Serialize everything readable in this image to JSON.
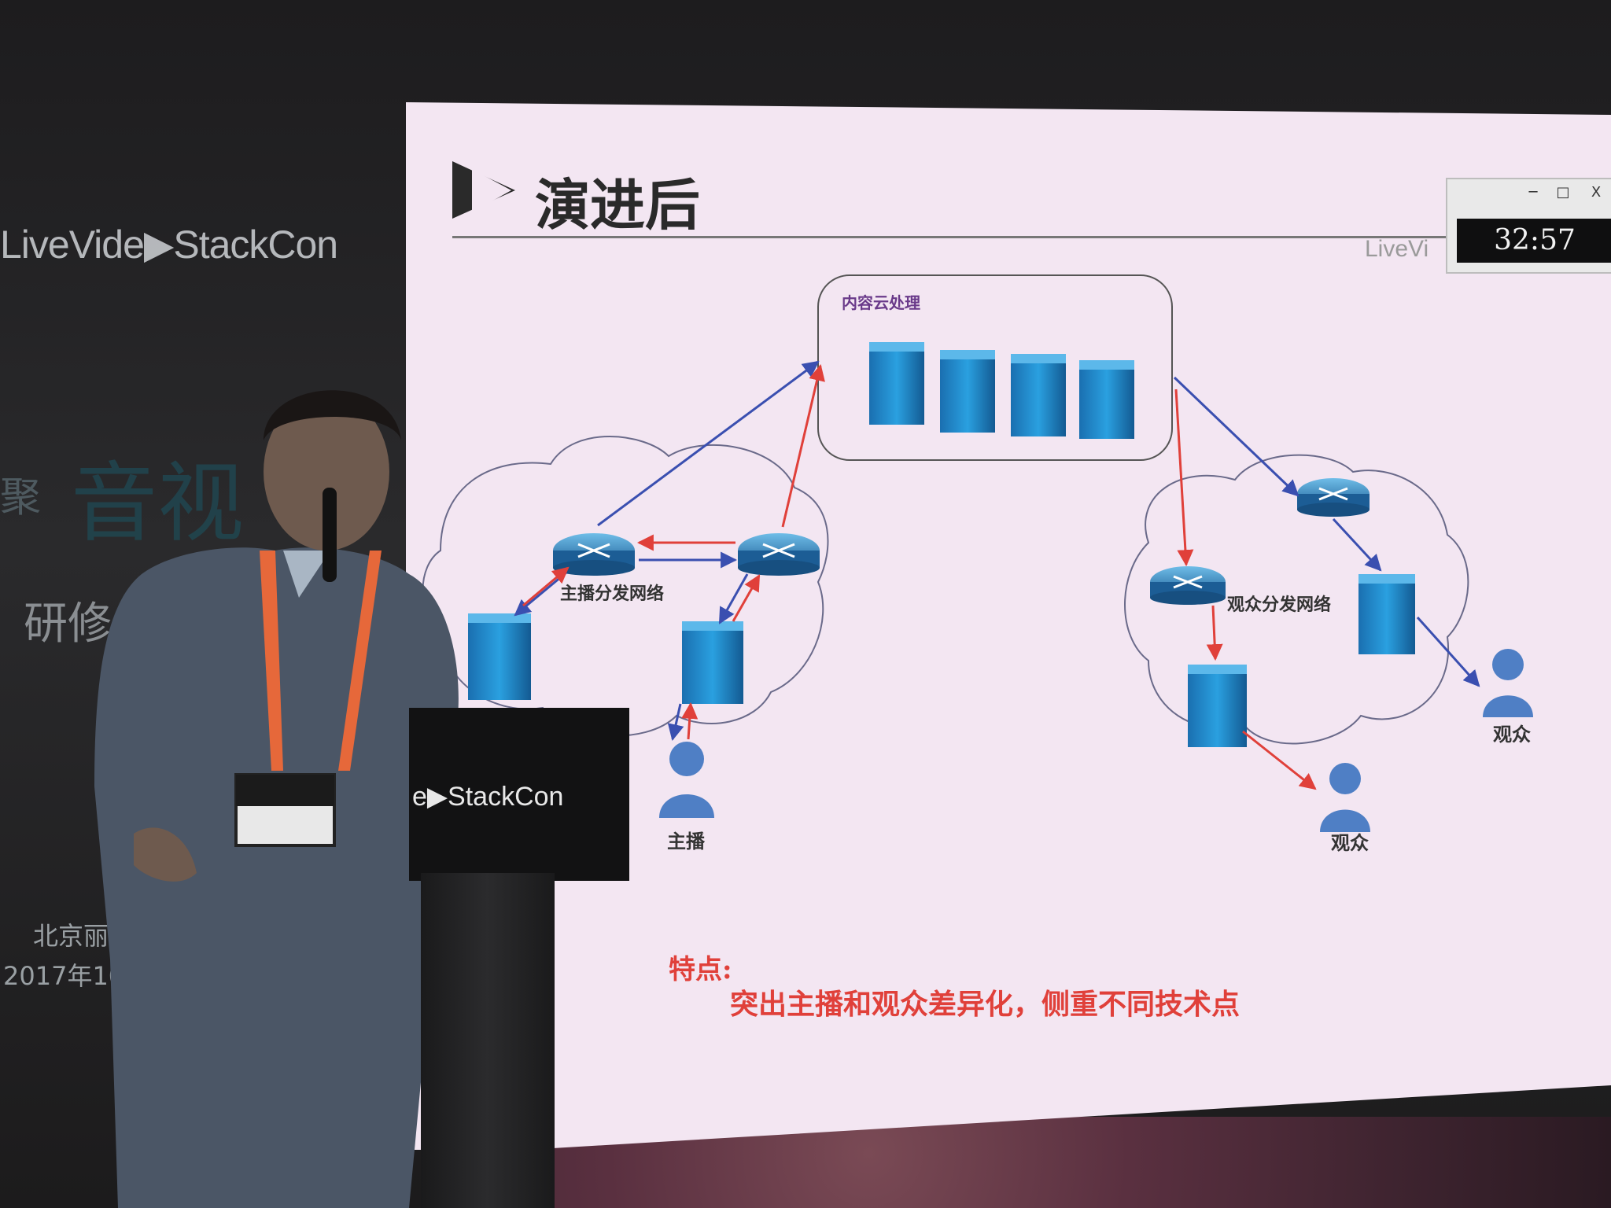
{
  "backdrop": {
    "brand": "LiveVide▶StackCon",
    "cn_line1": "聚",
    "cn_line2": "音视",
    "cn_line3": "研修",
    "venue": "北京丽享",
    "date": "2017年10"
  },
  "slide": {
    "title": "演进后",
    "logo": "LiveVi",
    "cloud_label": "内容云处理",
    "anchor_net_label": "主播分发网络",
    "audience_net_label": "观众分发网络",
    "anchor_label": "主播",
    "audience_label_1": "观众",
    "audience_label_2": "观众",
    "feature_label": "特点:",
    "feature_text": "突出主播和观众差异化，侧重不同技术点",
    "colors": {
      "red_arrow": "#e0403a",
      "blue_arrow": "#3a4fb0",
      "server_blue": "#1f8fd0"
    }
  },
  "timer": {
    "time": "32:57",
    "min_label": "─",
    "max_label": "□",
    "close_label": "X"
  },
  "lectern": {
    "brand": "e▶StackCon"
  }
}
